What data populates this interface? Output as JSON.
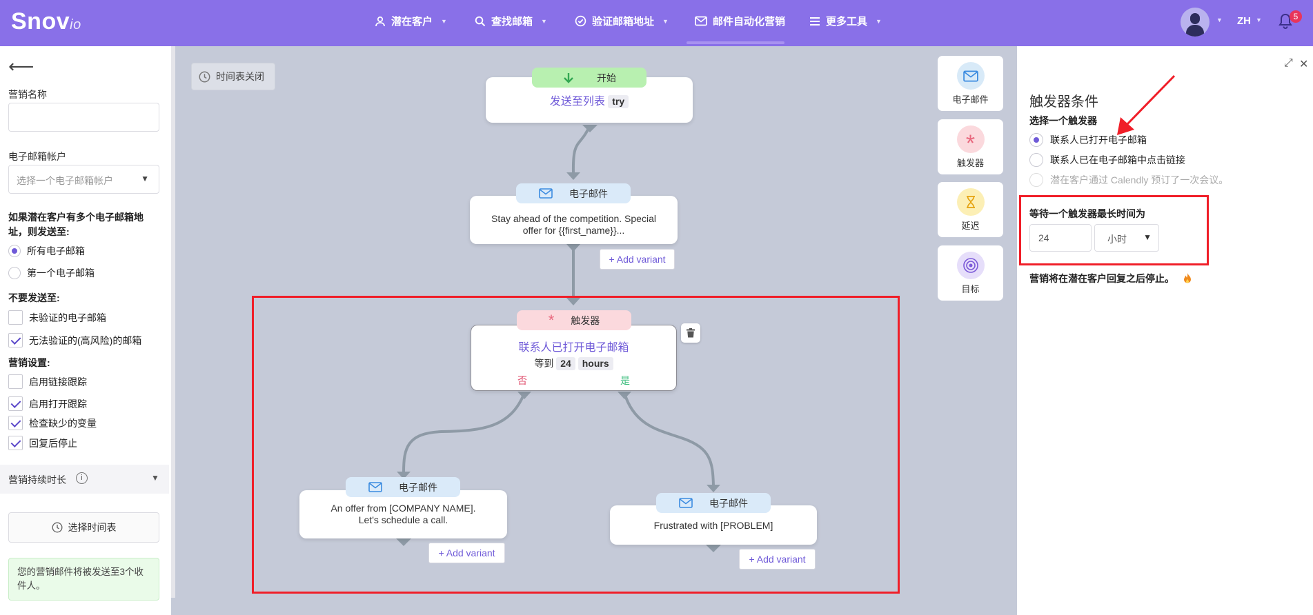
{
  "nav": {
    "logo_main": "Snov",
    "logo_suffix": "io",
    "items": [
      {
        "label": "潜在客户"
      },
      {
        "label": "查找邮箱"
      },
      {
        "label": "验证邮箱地址"
      },
      {
        "label": "邮件自动化营销"
      },
      {
        "label": "更多工具"
      }
    ],
    "lang": "ZH",
    "notifications": "5"
  },
  "sidebar": {
    "campaign_name_label": "营销名称",
    "campaign_name_value": "",
    "email_account_label": "电子邮箱帐户",
    "email_account_placeholder": "选择一个电子邮箱帐户",
    "multi_email_label": "如果潜在客户有多个电子邮箱地址，则发送至:",
    "send_options": [
      {
        "label": "所有电子邮箱",
        "selected": true
      },
      {
        "label": "第一个电子邮箱",
        "selected": false
      }
    ],
    "do_not_send_label": "不要发送至:",
    "do_not_send": [
      {
        "label": "未验证的电子邮箱",
        "checked": false
      },
      {
        "label": "无法验证的(高风险)的邮箱",
        "checked": true
      }
    ],
    "settings_label": "营销设置:",
    "settings": [
      {
        "label": "启用链接跟踪",
        "checked": false
      },
      {
        "label": "启用打开跟踪",
        "checked": true
      },
      {
        "label": "检查缺少的变量",
        "checked": true
      },
      {
        "label": "回复后停止",
        "checked": true
      }
    ],
    "duration_label": "营销持续时长",
    "schedule_button": "选择时间表",
    "note": "您的营销邮件将被发送至3个收件人。"
  },
  "canvas": {
    "timeline_button": "时间表关闭",
    "start": {
      "tag": "开始",
      "text": "发送至列表",
      "list_name": "try"
    },
    "email1": {
      "tag": "电子邮件",
      "text": "Stay ahead of the competition. Special offer for {{first_name}}..."
    },
    "add_variant": "+ Add variant",
    "trigger": {
      "tag": "触发器",
      "title": "联系人已打开电子邮箱",
      "wait_prefix": "等到",
      "wait_value": "24",
      "wait_unit": "hours",
      "no_label": "否",
      "yes_label": "是"
    },
    "email2": {
      "tag": "电子邮件",
      "text": "An offer from [COMPANY NAME]. Let's schedule a call."
    },
    "email3": {
      "tag": "电子邮件",
      "text": "Frustrated with [PROBLEM]"
    }
  },
  "palette": [
    {
      "label": "电子邮件",
      "icon": "envelope-icon",
      "color": "#d8eaf8"
    },
    {
      "label": "触发器",
      "icon": "asterisk-icon",
      "color": "#fbd9dd"
    },
    {
      "label": "延迟",
      "icon": "hourglass-icon",
      "color": "#fcefb5"
    },
    {
      "label": "目标",
      "icon": "target-icon",
      "color": "#e6defa"
    }
  ],
  "panel": {
    "title": "触发器条件",
    "choose_label": "选择一个触发器",
    "options": [
      {
        "label": "联系人已打开电子邮箱",
        "selected": true
      },
      {
        "label": "联系人已在电子邮箱中点击链接",
        "selected": false
      },
      {
        "label": "潜在客户通过 Calendly 预订了一次会议。",
        "selected": false,
        "disabled": true
      }
    ],
    "wait_label": "等待一个触发器最长时间为",
    "wait_value": "24",
    "wait_unit": "小时",
    "stop_note": "营销将在潜在客户回复之后停止。"
  },
  "colors": {
    "brand": "#8970e8",
    "accent": "#6f5ad8",
    "highlight": "#f01e28",
    "no": "#e0506e",
    "yes": "#3fbf7f"
  }
}
